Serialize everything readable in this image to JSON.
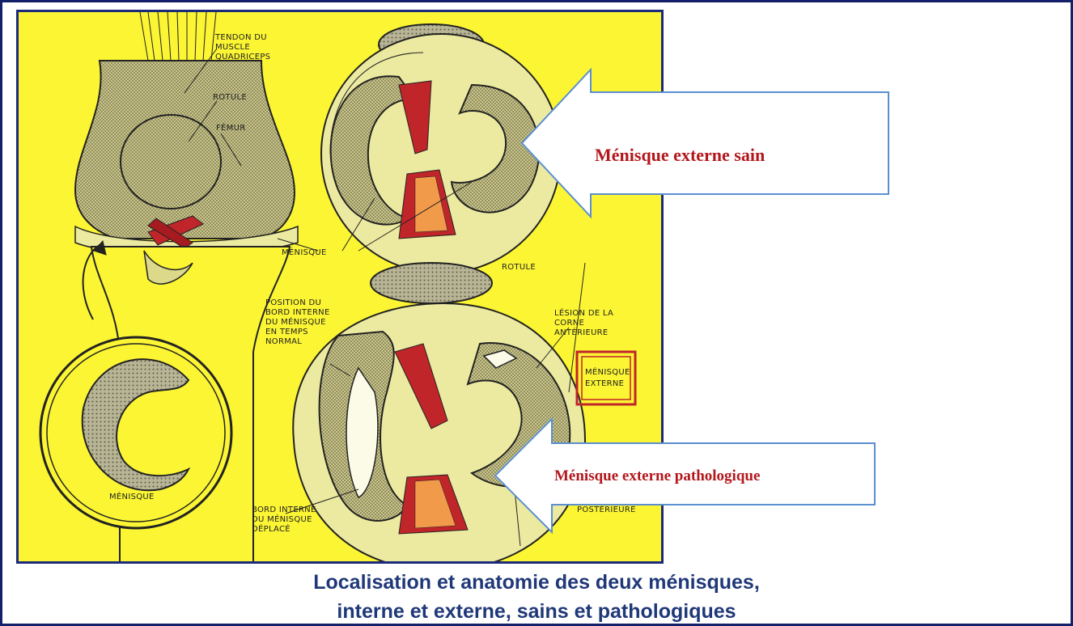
{
  "labels": {
    "tendon": [
      "TENDON DU",
      "MUSCLE",
      "QUADRICEPS"
    ],
    "rotule_top": "ROTULE",
    "femur": "FÉMUR",
    "menisque_mid": "MÉNISQUE",
    "menisque_circle": "MÉNISQUE",
    "rotule_bottom": "ROTULE",
    "position_bord": [
      "POSITION DU",
      "BORD INTERNE",
      "DU MÉNISQUE",
      "EN TEMPS",
      "NORMAL"
    ],
    "lesion": [
      "LÉSION DE LA",
      "CORNE",
      "ANTÉRIEURE"
    ],
    "menisque_externe": [
      "MÉNISQUE",
      "EXTERNE"
    ],
    "bord_deplace": [
      "BORD INTERNE",
      "DU MÉNISQUE",
      "DÉPLACÉ"
    ],
    "posterieure": "POSTÉRIEURE"
  },
  "callouts": {
    "sain": "Ménisque externe sain",
    "pathologique": "Ménisque externe pathologique"
  },
  "caption": {
    "line1": "Localisation et anatomie des deux ménisques,",
    "line2": "interne et externe, sains et pathologiques"
  },
  "colors": {
    "frame": "#15206a",
    "illustration_bg": "#fbf533",
    "callout_text": "#b3171c",
    "caption_text": "#1f3878",
    "arrow_border": "#5b8fd0"
  }
}
